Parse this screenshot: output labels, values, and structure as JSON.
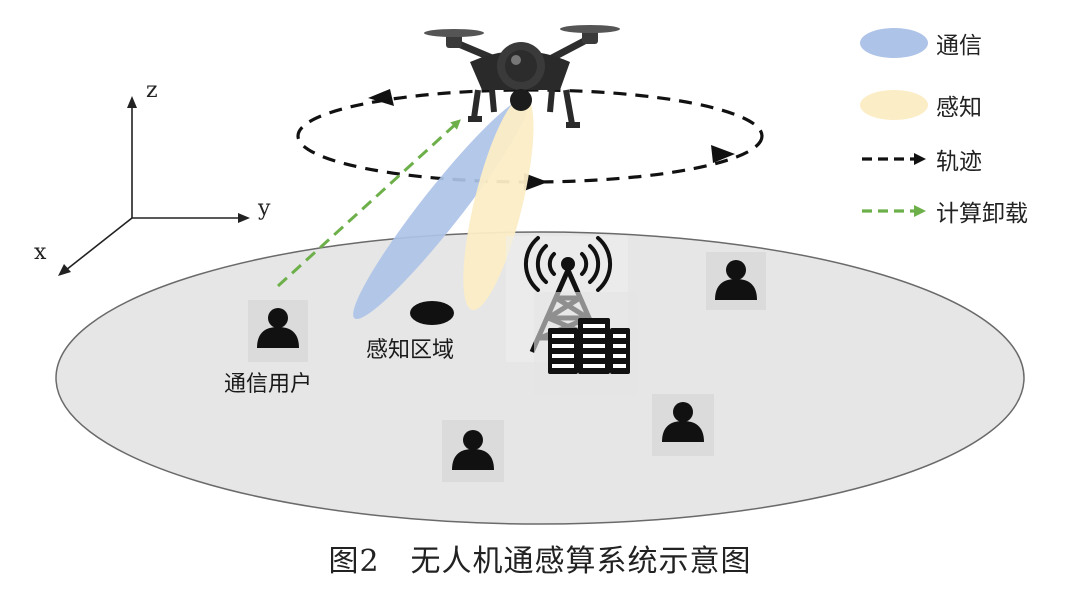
{
  "axes": {
    "x": "x",
    "y": "y",
    "z": "z"
  },
  "labels": {
    "comm_user": "通信用户",
    "sensing_area": "感知区域"
  },
  "legend": [
    {
      "key": "comm",
      "label": "通信",
      "color": "#aec3e8",
      "icon": "blue-ellipse"
    },
    {
      "key": "sense",
      "label": "感知",
      "color": "#fbedc6",
      "icon": "yellow-ellipse"
    },
    {
      "key": "traj",
      "label": "轨迹",
      "color": "#111111",
      "icon": "black-dashed-arrow"
    },
    {
      "key": "offload",
      "label": "计算卸载",
      "color": "#6db04a",
      "icon": "green-dashed-arrow"
    }
  ],
  "caption": "图2　无人机通感算系统示意图",
  "icons": [
    "drone-icon",
    "cell-tower-icon",
    "server-rack-icon",
    "user-icon"
  ]
}
